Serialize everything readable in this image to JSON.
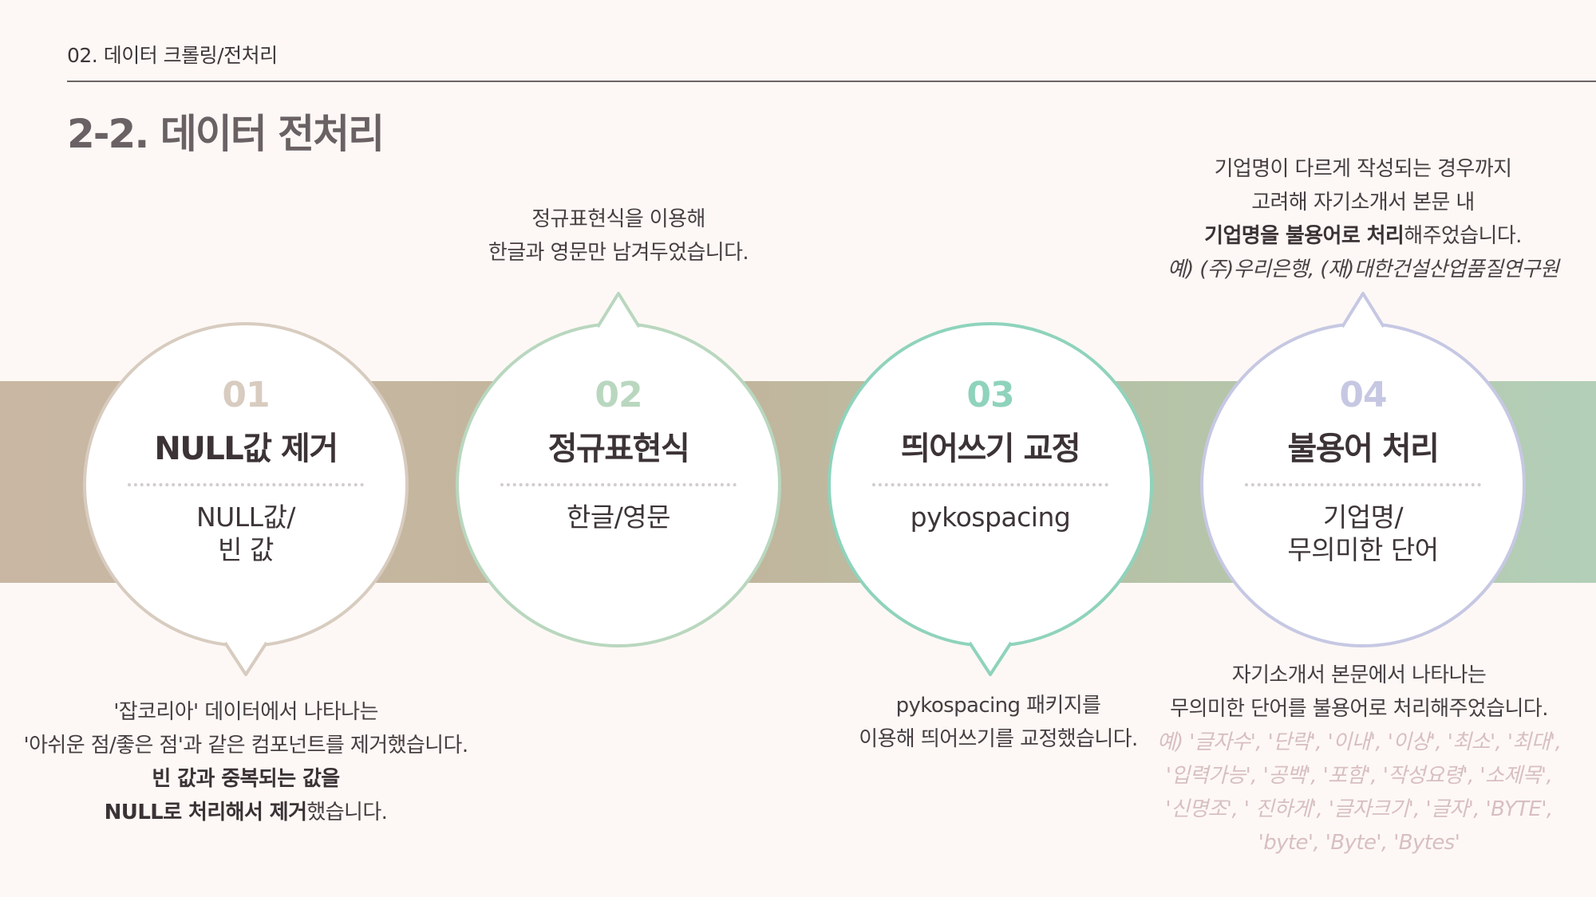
{
  "header": {
    "section": "02. 데이터 크롤링/전처리",
    "title": "2-2. 데이터 전처리"
  },
  "steps": [
    {
      "num": "01",
      "title": "NULL값 제거",
      "sub": "NULL값/\n빈 값",
      "color": "#d8ccc0",
      "desc": {
        "line1": "'잡코리아' 데이터에서 나타나는",
        "line2": "'아쉬운 점/좋은 점'과 같은 컴포넌트를 제거했습니다.",
        "line3": "빈 값과 중복되는 값을",
        "line4_bold": "NULL로 처리해서 제거",
        "line4_rest": "했습니다."
      }
    },
    {
      "num": "02",
      "title": "정규표현식",
      "sub": "한글/영문",
      "color": "#b9d7bf",
      "desc": {
        "line1": "정규표현식을 이용해",
        "line2": "한글과 영문만 남겨두었습니다."
      }
    },
    {
      "num": "03",
      "title": "띄어쓰기 교정",
      "sub": "pykospacing",
      "color": "#8fd3bc",
      "desc": {
        "line1": "pykospacing 패키지를",
        "line2": "이용해 띄어쓰기를 교정했습니다."
      }
    },
    {
      "num": "04",
      "title": "불용어 처리",
      "sub": "기업명/\n무의미한 단어",
      "color": "#c6c8e3",
      "desc_top": {
        "line1": "기업명이 다르게 작성되는 경우까지",
        "line2": "고려해 자기소개서 본문 내",
        "line3_bold": "기업명을 불용어로 처리",
        "line3_rest": "해주었습니다.",
        "line4": "예) (주)우리은행, (재)대한건설산업품질연구원"
      },
      "desc_bottom": {
        "line1": "자기소개서 본문에서 나타나는",
        "line2": "무의미한 단어를 불용어로 처리해주었습니다.",
        "line3": "예)  '글자수', '단락', '이내', '이상', '최소', '최대',",
        "line4": "'입력가능', '공백', '포함', '작성요령', '소제목',",
        "line5": "'신명조', ' 진하게', '글자크기', '글자', 'BYTE',",
        "line6": "'byte', 'Byte', 'Bytes'"
      }
    }
  ]
}
